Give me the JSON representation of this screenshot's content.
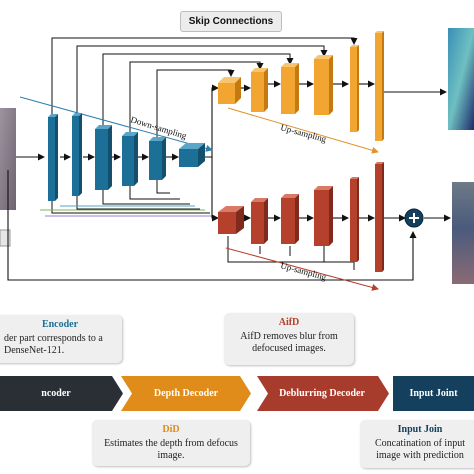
{
  "skip_connections_label": "Skip Connections",
  "arrow_labels": {
    "down_sampling": "Down-sampling",
    "up_sampling_top": "Up-sampling",
    "up_sampling_bottom": "Up-sampling"
  },
  "encoder_card": {
    "title": "Encoder",
    "text": "der part corresponds to a DenseNet-121."
  },
  "aifd_card": {
    "title": "AifD",
    "text": "AifD removes blur from defocused images."
  },
  "did_card": {
    "title": "DiD",
    "text": "Estimates the depth from defocus image."
  },
  "joint_card": {
    "title": "Input Join",
    "text": "Concatination of input image with prediction"
  },
  "pipeline": [
    "ncoder",
    "Depth Decoder",
    "Deblurring Decoder",
    "Input Joint"
  ],
  "colors": {
    "encoder_blue": "#1c6f96",
    "depth_orange": "#f2a531",
    "deblur_red": "#b5402b",
    "joint_navy": "#14405d",
    "pipeline_gray": "#2a2f36",
    "depth_chevron": "#e08c1a",
    "deblur_chevron": "#a83c2c"
  }
}
